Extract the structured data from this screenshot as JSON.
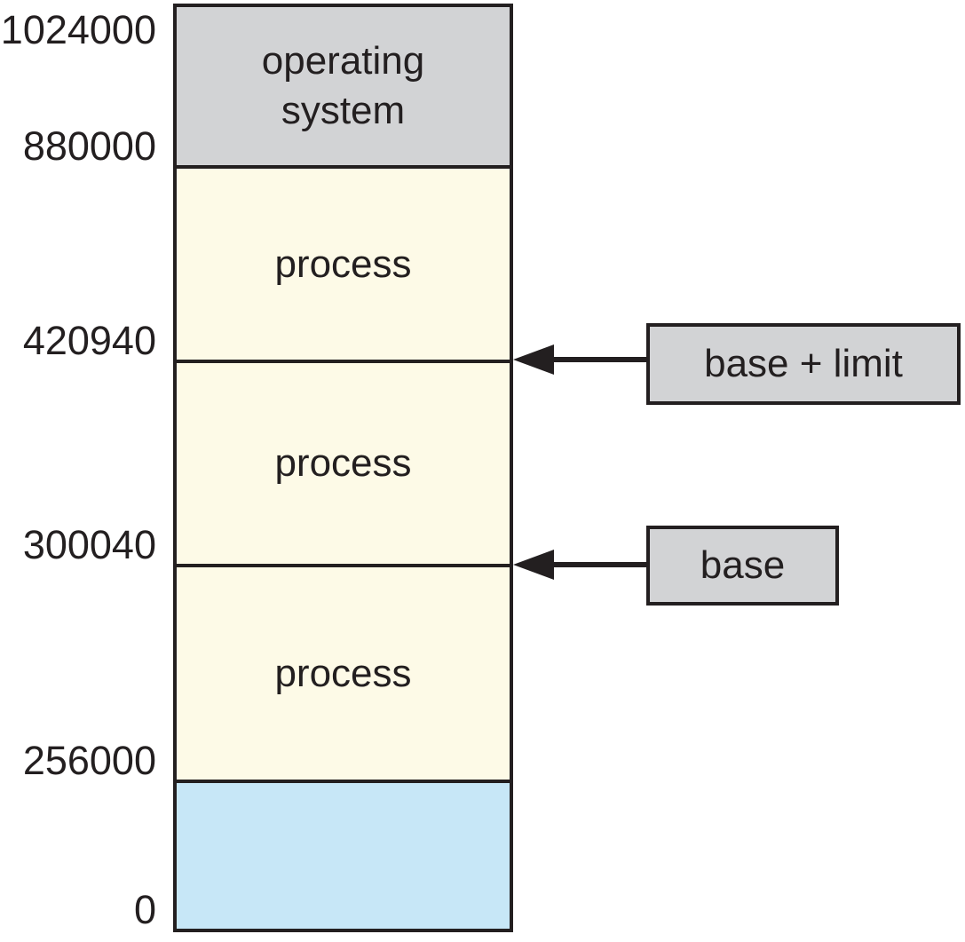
{
  "memory_diagram": {
    "address_labels": [
      "1024000",
      "880000",
      "420940",
      "300040",
      "256000",
      "0"
    ],
    "segments": [
      {
        "name": "operating-system",
        "label_lines": [
          "operating",
          "system"
        ],
        "range": [
          "880000",
          "1024000"
        ],
        "fill": "#d2d3d5"
      },
      {
        "name": "process-high",
        "label": "process",
        "range": [
          "420940",
          "880000"
        ],
        "fill": "#fdfae7"
      },
      {
        "name": "process-middle",
        "label": "process",
        "range": [
          "300040",
          "420940"
        ],
        "fill": "#fdfae7"
      },
      {
        "name": "process-low",
        "label": "process",
        "range": [
          "256000",
          "300040"
        ],
        "fill": "#fdfae7"
      },
      {
        "name": "free-bottom",
        "label": "",
        "range": [
          "0",
          "256000"
        ],
        "fill": "#c7e7f7"
      }
    ],
    "annotations": [
      {
        "label": "base + limit",
        "points_to_address": "420940",
        "fill": "#d2d3d5"
      },
      {
        "label": "base",
        "points_to_address": "300040",
        "fill": "#d2d3d5"
      }
    ],
    "colors": {
      "border": "#231f20",
      "text": "#231f20",
      "operating_system_fill": "#d2d3d5",
      "process_fill": "#fdfae7",
      "free_fill": "#c7e7f7",
      "annotation_fill": "#d2d3d5"
    }
  }
}
